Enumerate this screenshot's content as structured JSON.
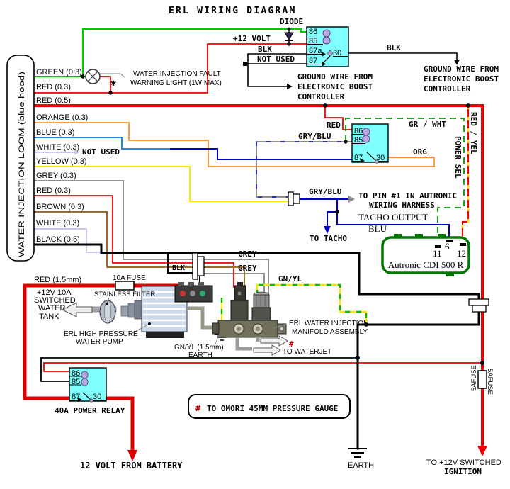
{
  "title": "ERL WIRING DIAGRAM",
  "loom": {
    "label": "WATER INJECTION LOOM (blue hood)",
    "wires": [
      "GREEN (0.3)",
      "RED (0.3)",
      "RED (0.5)",
      "ORANGE (0.3)",
      "BLUE (0.3)",
      "WHITE (0.3)",
      "YELLOW (0.3)",
      "GREY (0.3)",
      "RED (0.3)",
      "BROWN (0.3)",
      "WHITE (0.3)",
      "BLACK (0.5)"
    ]
  },
  "relays": {
    "top": {
      "pins": [
        "86",
        "85",
        "87a",
        "87",
        "30"
      ]
    },
    "mid": {
      "pins": [
        "86",
        "85",
        "87",
        "30"
      ]
    },
    "power": {
      "pins": [
        "86",
        "85",
        "87",
        "30"
      ],
      "label": "40A POWER RELAY"
    }
  },
  "cdi": {
    "name": "Autronic CDI 500 R",
    "pins": [
      "6",
      "11",
      "12"
    ]
  },
  "labels": {
    "diode": "DIODE",
    "volt12": "+12 VOLT",
    "blk_87a": "BLK",
    "notused_87": "NOT USED",
    "blk_30": "BLK",
    "gnd1a": "GROUND WIRE FROM",
    "gnd1b": "ELECTRONIC BOOST",
    "gnd1c": "CONTROLLER",
    "gnd2a": "GROUND WIRE FROM",
    "gnd2b": "ELECTRONIC BOOST",
    "gnd2c": "CONTROLLER",
    "fault1": "WATER INJECTION FAULT",
    "fault2": "WARNING LIGHT (1W MAX)",
    "star": "✱",
    "notused_white": "NOT USED",
    "red": "RED",
    "gryblu_a": "GRY/BLU",
    "gryblu_b": "GRY/BLU",
    "grwht": "GR / WHT",
    "powersel": "POWER SEL",
    "redyel": "RED / YEL",
    "org": "ORG",
    "topin1": "TO PIN #1 IN AUTRONIC",
    "topin2": "WIRING HARNESS",
    "tacho1": "TACHO OUTPUT",
    "tacho2": "BLU",
    "totacho": "TO TACHO",
    "grey_a": "GREY",
    "grey_b": "GREY",
    "gnyl": "GN/YL",
    "blk_pump": "BLK",
    "red15": "RED (1.5mm)",
    "fuse10": "10A FUSE",
    "sw1": "+12V 10A",
    "sw2": "SWITCHED",
    "watertank1": "WATER",
    "watertank2": "TANK",
    "filter": "STAINLESS FILTER",
    "pump1": "ERL HIGH PRESSURE",
    "pump2": "WATER PUMP",
    "gnylearth1": "GN/YL (1.5mm)",
    "gnylearth2": "EARTH",
    "manifold1": "ERL WATER INJECTION",
    "manifold2": "MANIFOLD ASSEMBLY",
    "hash": "#",
    "waterjet": "TO WATERJET",
    "omori_hash": "#",
    "omori": "TO OMORI 45MM PRESSURE GAUGE",
    "battery": "12 VOLT FROM BATTERY",
    "earth": "EARTH",
    "ign1": "TO +12V SWITCHED",
    "ign2": "IGNITION",
    "fuse5l": "5AFUSE",
    "fuse5r": "5AFUSE"
  },
  "colors": {
    "relay_fill": "#80ffff",
    "cdi_border": "#007700",
    "coil_purple": "#b8a8e0",
    "wire_red": "#ee0000",
    "wire_green": "#00cc00",
    "wire_dark_green": "#009900",
    "wire_orange": "#ffa040",
    "wire_blue": "#2288ee",
    "wire_dark_blue": "#0000cc",
    "wire_yellow": "#ffe800",
    "wire_grey": "#909090",
    "wire_brown": "#9c6b30",
    "wire_white": "#c8c8f0",
    "hash_red": "#cc0000"
  }
}
